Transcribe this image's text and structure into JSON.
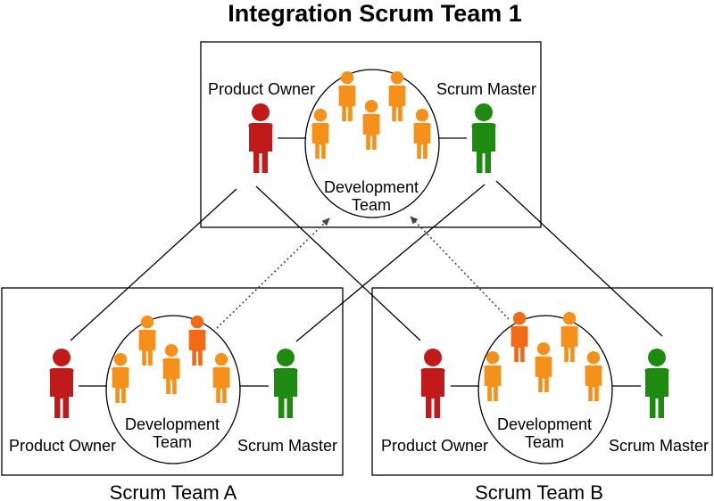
{
  "title": "Integration Scrum Team 1",
  "colors": {
    "product_owner": "#c01a1a",
    "scrum_master": "#1f8a10",
    "developer": "#f5901a",
    "integration_developer": "#f26a16",
    "line": "#000000"
  },
  "integration_team": {
    "product_owner_label": "Product Owner",
    "scrum_master_label": "Scrum Master",
    "dev_label_line1": "Development",
    "dev_label_line2": "Team"
  },
  "team_a": {
    "name": "Scrum Team A",
    "product_owner_label": "Product Owner",
    "scrum_master_label": "Scrum Master",
    "dev_label_line1": "Development",
    "dev_label_line2": "Team"
  },
  "team_b": {
    "name": "Scrum Team B",
    "product_owner_label": "Product Owner",
    "scrum_master_label": "Scrum Master",
    "dev_label_line1": "Development",
    "dev_label_line2": "Team"
  }
}
